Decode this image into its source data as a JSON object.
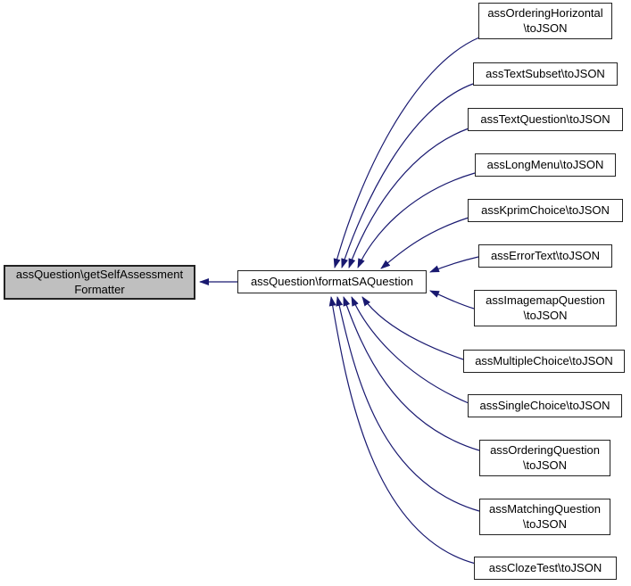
{
  "diagram": {
    "type": "call-graph",
    "focus": {
      "label": "assQuestion\\getSelfAssessment\nFormatter"
    },
    "intermediate": {
      "label": "assQuestion\\formatSAQuestion"
    },
    "callers": [
      {
        "label": "assOrderingHorizontal\n\\toJSON"
      },
      {
        "label": "assTextSubset\\toJSON"
      },
      {
        "label": "assTextQuestion\\toJSON"
      },
      {
        "label": "assLongMenu\\toJSON"
      },
      {
        "label": "assKprimChoice\\toJSON"
      },
      {
        "label": "assErrorText\\toJSON"
      },
      {
        "label": "assImagemapQuestion\n\\toJSON"
      },
      {
        "label": "assMultipleChoice\\toJSON"
      },
      {
        "label": "assSingleChoice\\toJSON"
      },
      {
        "label": "assOrderingQuestion\n\\toJSON"
      },
      {
        "label": "assMatchingQuestion\n\\toJSON"
      },
      {
        "label": "assClozeTest\\toJSON"
      }
    ],
    "edges": [
      {
        "from": "assOrderingHorizontal\\toJSON",
        "to": "assQuestion\\formatSAQuestion"
      },
      {
        "from": "assTextSubset\\toJSON",
        "to": "assQuestion\\formatSAQuestion"
      },
      {
        "from": "assTextQuestion\\toJSON",
        "to": "assQuestion\\formatSAQuestion"
      },
      {
        "from": "assLongMenu\\toJSON",
        "to": "assQuestion\\formatSAQuestion"
      },
      {
        "from": "assKprimChoice\\toJSON",
        "to": "assQuestion\\formatSAQuestion"
      },
      {
        "from": "assErrorText\\toJSON",
        "to": "assQuestion\\formatSAQuestion"
      },
      {
        "from": "assImagemapQuestion\\toJSON",
        "to": "assQuestion\\formatSAQuestion"
      },
      {
        "from": "assMultipleChoice\\toJSON",
        "to": "assQuestion\\formatSAQuestion"
      },
      {
        "from": "assSingleChoice\\toJSON",
        "to": "assQuestion\\formatSAQuestion"
      },
      {
        "from": "assOrderingQuestion\\toJSON",
        "to": "assQuestion\\formatSAQuestion"
      },
      {
        "from": "assMatchingQuestion\\toJSON",
        "to": "assQuestion\\formatSAQuestion"
      },
      {
        "from": "assClozeTest\\toJSON",
        "to": "assQuestion\\formatSAQuestion"
      },
      {
        "from": "assQuestion\\formatSAQuestion",
        "to": "assQuestion\\getSelfAssessmentFormatter"
      }
    ]
  },
  "colors": {
    "edge_color": "#191970",
    "node_border": "#222222",
    "focus_fill": "#bfbfbf",
    "node_fill": "#ffffff",
    "text_color": "#000000",
    "background": "#ffffff"
  }
}
